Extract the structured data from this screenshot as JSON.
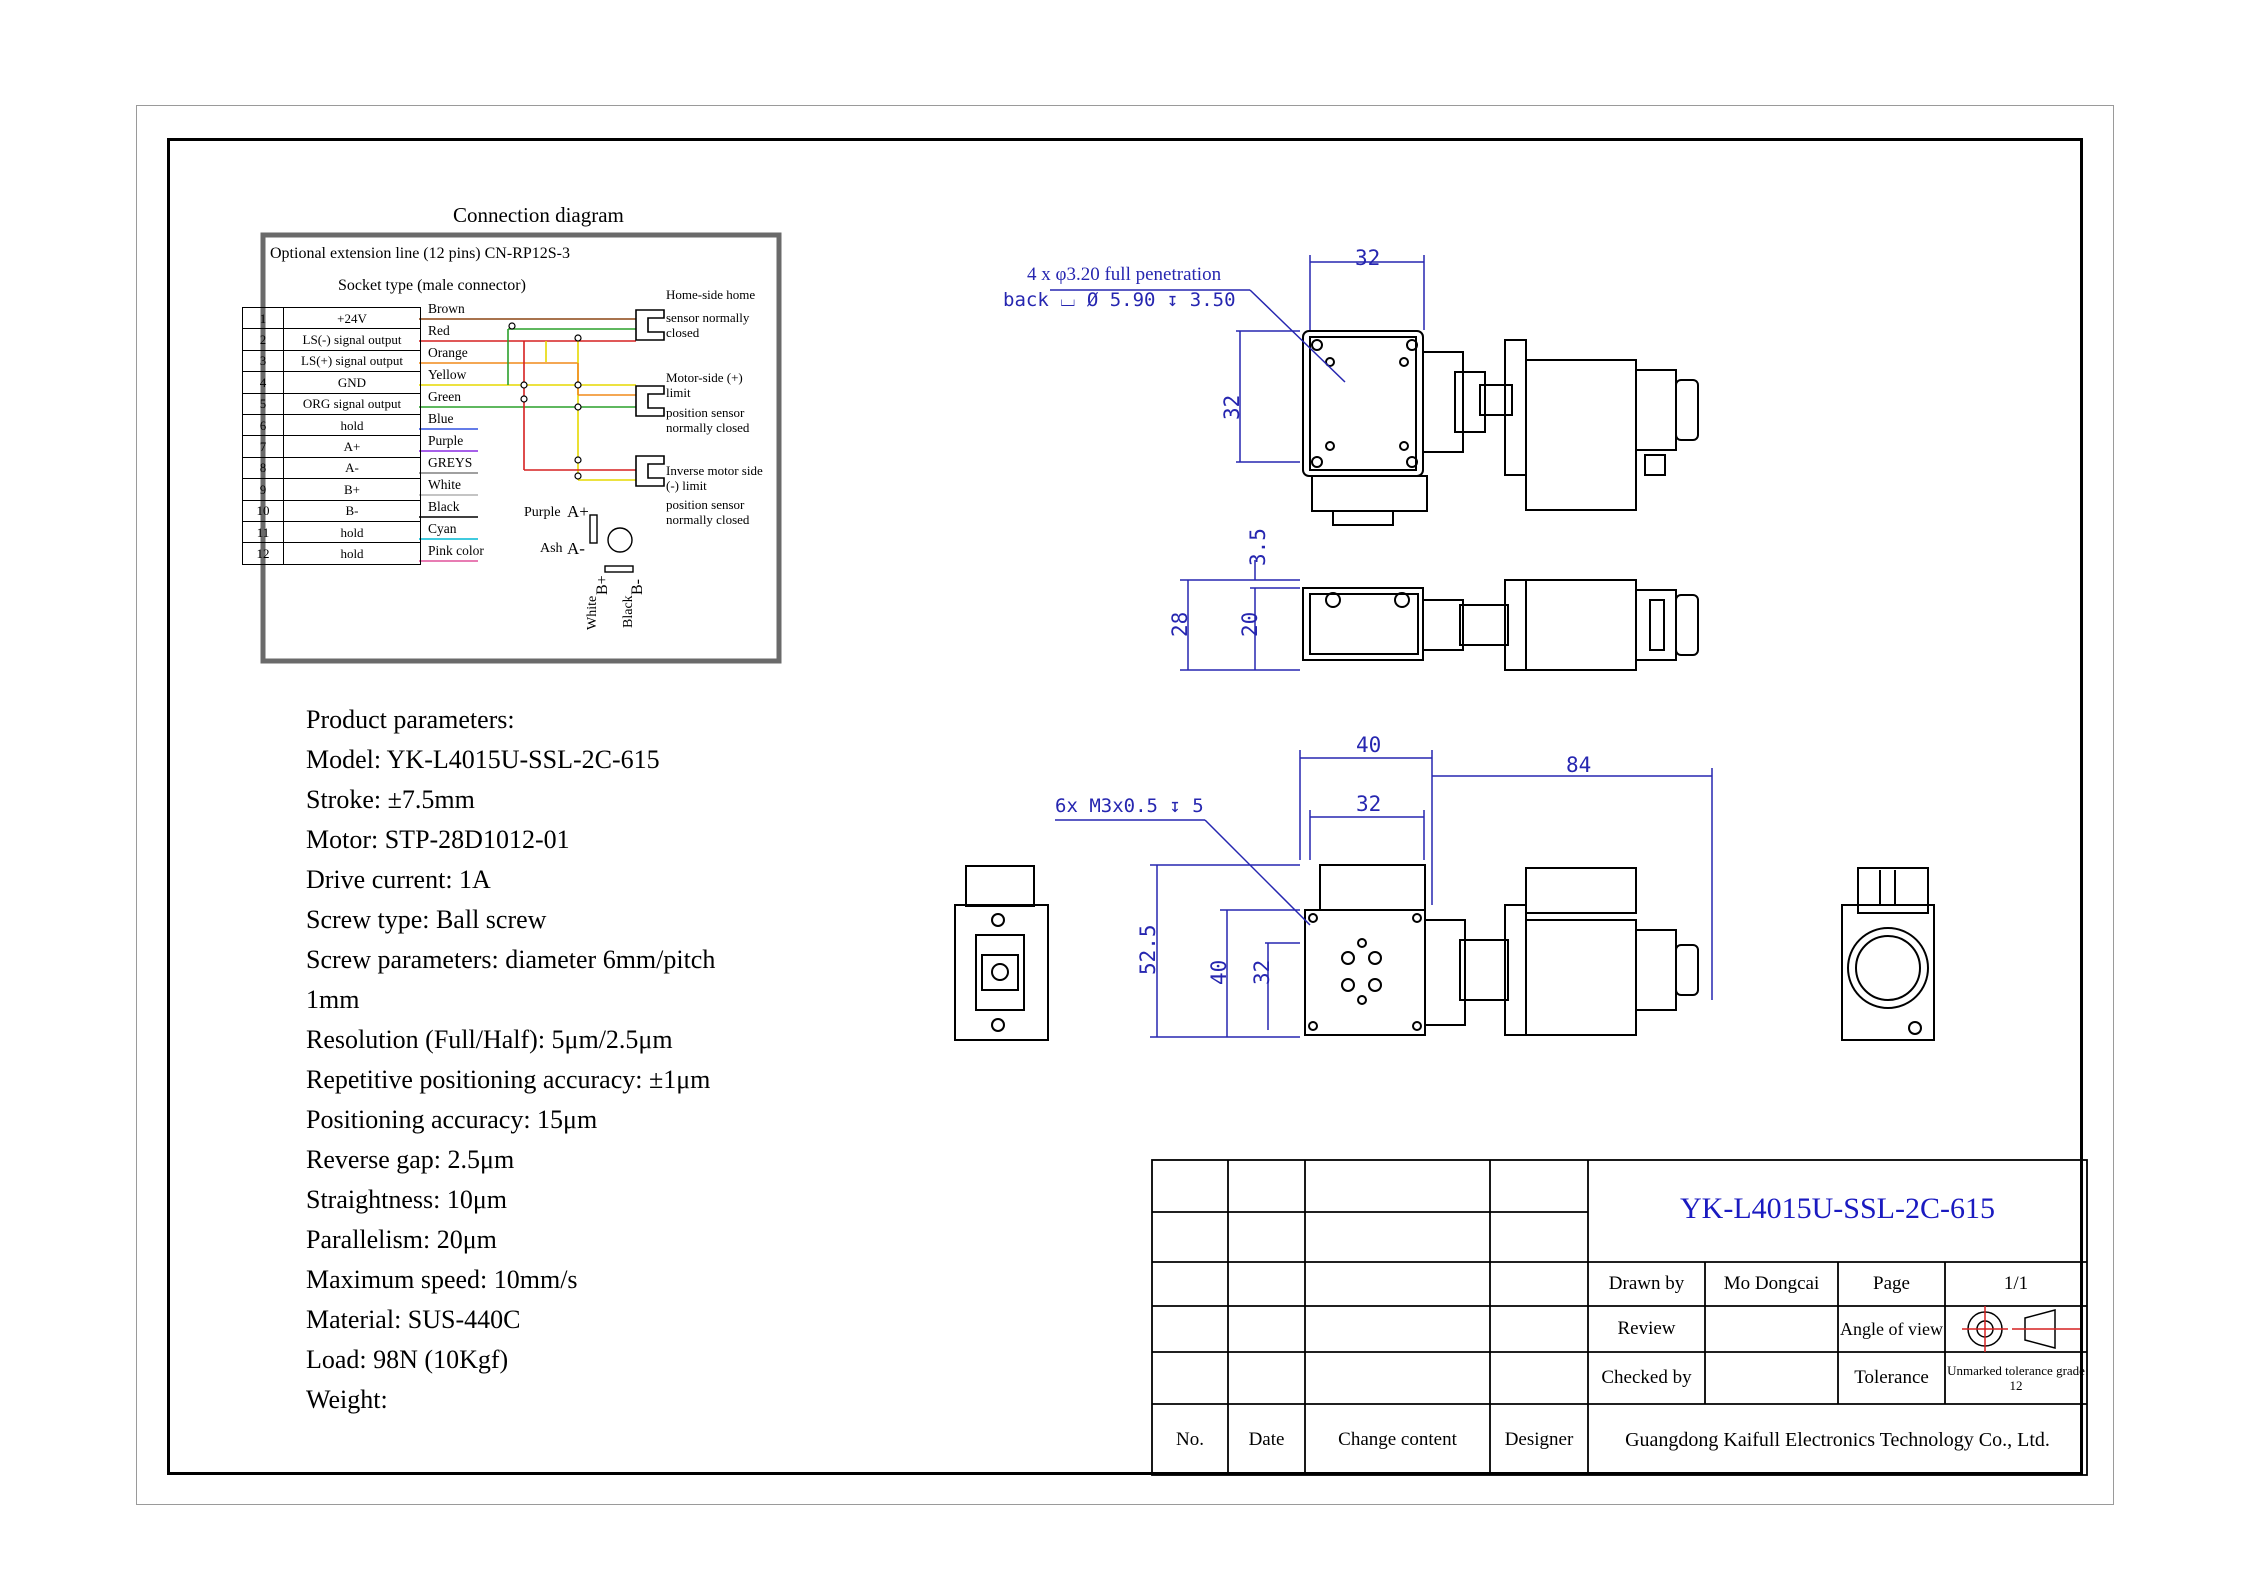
{
  "connection_diagram": {
    "title": "Connection diagram",
    "extension_line": "Optional extension line (12 pins) CN-RP12S-3",
    "socket_type": "Socket type (male connector)",
    "pins": [
      {
        "no": "1",
        "function": "+24V",
        "wire": "Brown",
        "color": "#8b4513"
      },
      {
        "no": "2",
        "function": "LS(-) signal output",
        "wire": "Red",
        "color": "#d62020"
      },
      {
        "no": "3",
        "function": "LS(+) signal output",
        "wire": "Orange",
        "color": "#f08a1a"
      },
      {
        "no": "4",
        "function": "GND",
        "wire": "Yellow",
        "color": "#e6d800"
      },
      {
        "no": "5",
        "function": "ORG signal output",
        "wire": "Green",
        "color": "#2aa02a"
      },
      {
        "no": "6",
        "function": "hold",
        "wire": "Blue",
        "color": "#3050e0"
      },
      {
        "no": "7",
        "function": "A+",
        "wire": "Purple",
        "color": "#8a2be2"
      },
      {
        "no": "8",
        "function": "A-",
        "wire": "GREYS",
        "color": "#808080"
      },
      {
        "no": "9",
        "function": "B+",
        "wire": "White",
        "color": "#b0b0b0"
      },
      {
        "no": "10",
        "function": "B-",
        "wire": "Black",
        "color": "#000000"
      },
      {
        "no": "11",
        "function": "hold",
        "wire": "Cyan",
        "color": "#00b8d4"
      },
      {
        "no": "12",
        "function": "hold",
        "wire": "Pink color",
        "color": "#e0509a"
      }
    ],
    "sensors": {
      "home": [
        "Home-side home",
        "sensor normally",
        "closed"
      ],
      "motor_side": [
        "Motor-side (+)",
        "limit",
        "position sensor",
        "normally closed"
      ],
      "inverse": [
        "Inverse motor side",
        "(-) limit",
        "position sensor",
        "normally closed"
      ]
    },
    "motor_labels": {
      "purple": "Purple",
      "a_plus": "A+",
      "ash": "Ash",
      "a_minus": "A-",
      "white": "White",
      "b_plus": "B+",
      "black": "Black",
      "b_minus": "B-"
    }
  },
  "product_parameters": {
    "heading": "Product parameters:",
    "lines": [
      "Model: YK-L4015U-SSL-2C-615",
      "Stroke: ±7.5mm",
      "Motor: STP-28D1012-01",
      "Drive current: 1A",
      "Screw type: Ball screw",
      "Screw parameters: diameter 6mm/pitch",
      "1mm",
      "Resolution (Full/Half): 5μm/2.5μm",
      "Repetitive positioning accuracy: ±1μm",
      "Positioning accuracy: 15μm",
      "Reverse gap: 2.5μm",
      "Straightness: 10μm",
      "Parallelism: 20μm",
      "Maximum speed: 10mm/s",
      "Material: SUS-440C",
      "Load: 98N (10Kgf)",
      "Weight:"
    ]
  },
  "dimensions": {
    "top_hole_note_1": "4 x φ3.20 full penetration",
    "top_hole_note_2": "back ⌴ Ø 5.90 ↧ 3.50",
    "top_width": "32",
    "top_height": "32",
    "side_3_5": "3.5",
    "side_28": "28",
    "side_20": "20",
    "front_40": "40",
    "front_84": "84",
    "front_32_top": "32",
    "front_thread_note": "6x M3x0.5 ↧ 5",
    "front_52_5": "52.5",
    "front_40_v": "40",
    "front_32_v": "32"
  },
  "title_block": {
    "model": "YK-L4015U-SSL-2C-615",
    "drawn_by_label": "Drawn by",
    "drawn_by_value": "Mo Dongcai",
    "page_label": "Page",
    "page_value": "1/1",
    "review_label": "Review",
    "angle_label": "Angle of view",
    "checked_label": "Checked by",
    "tolerance_label": "Tolerance",
    "tolerance_value": "Unmarked tolerance grade 12",
    "no_label": "No.",
    "date_label": "Date",
    "change_label": "Change content",
    "designer_label": "Designer",
    "company": "Guangdong Kaifull Electronics Technology Co., Ltd."
  },
  "colors": {
    "dimension_blue": "#2626b0",
    "title_blue": "#1a1ac0"
  }
}
